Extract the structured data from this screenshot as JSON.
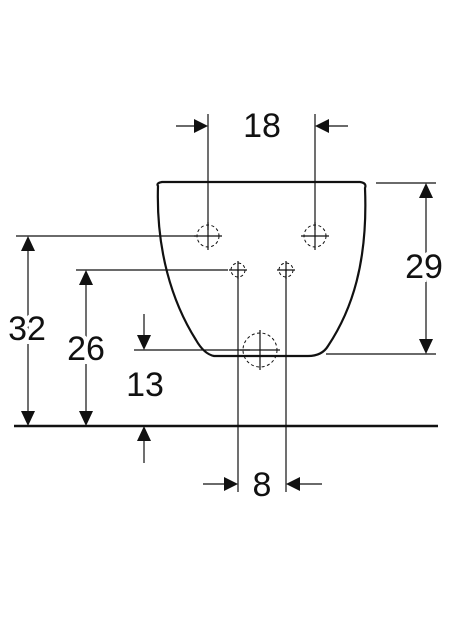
{
  "dimensions": {
    "top_fixing_spacing": "18",
    "bowl_height": "29",
    "top_fixing_height": "32",
    "supply_height": "26",
    "waste_height": "13",
    "supply_spacing": "8"
  }
}
